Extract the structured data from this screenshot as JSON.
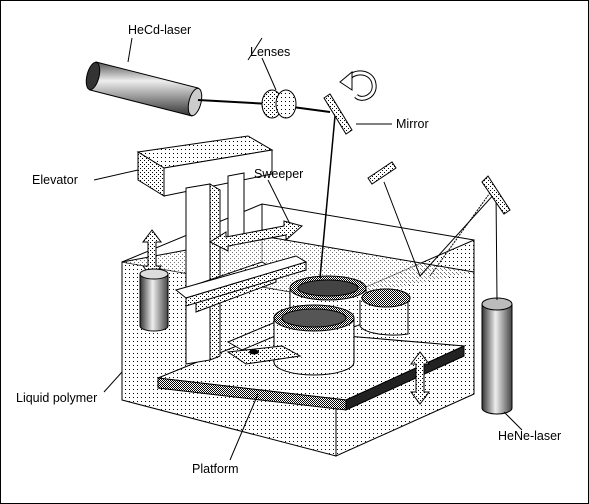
{
  "labels": {
    "hecd_laser": "HeCd-laser",
    "lenses": "Lenses",
    "mirror": "Mirror",
    "elevator": "Elevator",
    "sweeper": "Sweeper",
    "liquid_polymer": "Liquid polymer",
    "platform": "Platform",
    "hene_laser": "HeNe-laser"
  },
  "colors": {
    "line": "#000000",
    "background": "#ffffff",
    "stipple": "#000000"
  }
}
